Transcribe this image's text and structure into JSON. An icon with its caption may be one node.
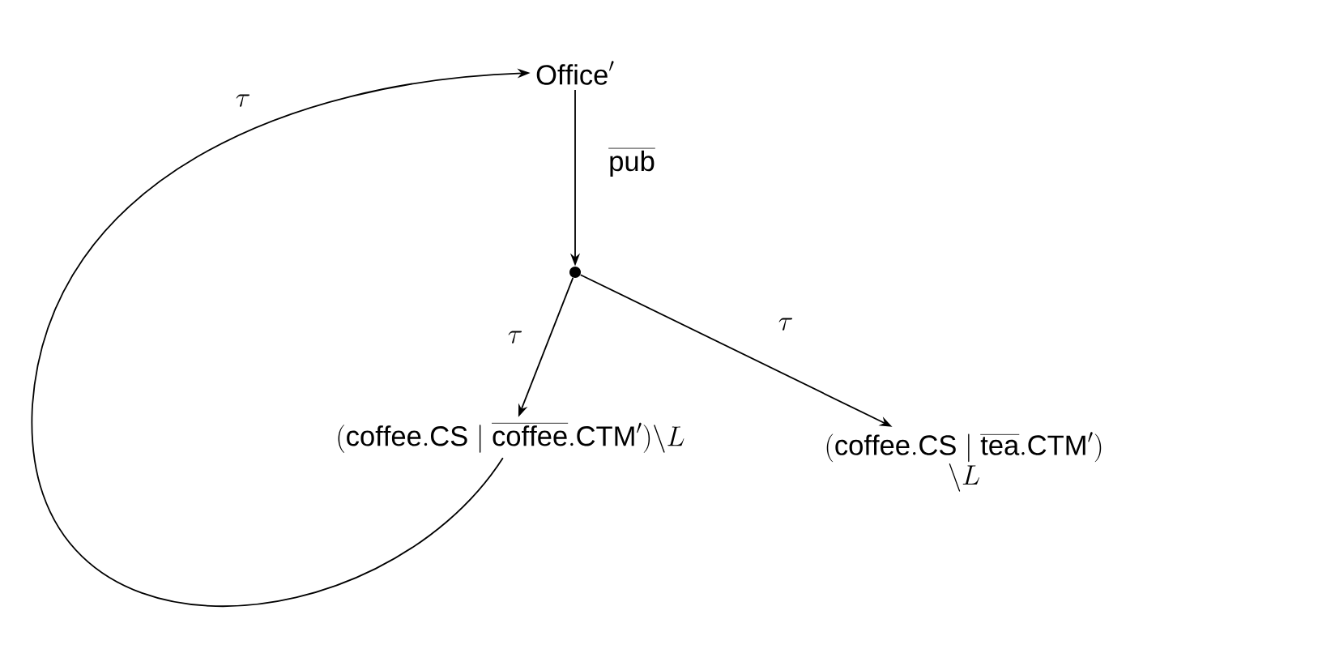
{
  "diagram": {
    "nodes": [
      {
        "text": [
          "\\mathrm{Office}'"
        ]
      },
      {
        "text": [],
        "shape": "circle"
      },
      {
        "text": [
          "(\\mathrm{coffee}.\\mathrm{CS}\\mid\\overline{\\mathrm{coffee}}.\\mathrm{CTM}')\\backslash L"
        ]
      },
      {
        "text": [
          "(\\mathrm{coffee}.\\mathrm{CS}\\mid\\overline{\\mathrm{tea}}.\\mathrm{CTM}')",
          "\\backslash L"
        ]
      }
    ],
    "edges": [
      {
        "from": 0,
        "to": 1,
        "arrow": "to",
        "label": "\\overline{\\mathrm{pub}}"
      },
      {
        "from": 1,
        "to": 2,
        "arrow": "to",
        "label": "\\tau"
      },
      {
        "from": 1,
        "to": 3,
        "arrow": "to",
        "label": "\\tau"
      },
      {
        "from": 2,
        "to": 0,
        "arrow": "to",
        "label": "\\tau"
      }
    ]
  }
}
